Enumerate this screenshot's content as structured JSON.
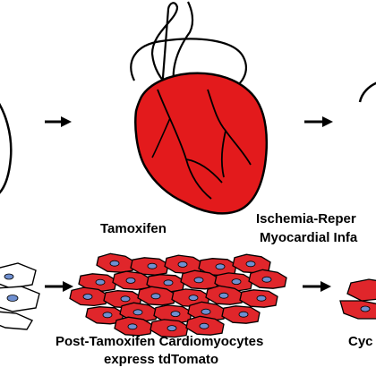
{
  "labels": {
    "tamoxifen": "Tamoxifen",
    "ischemia": "Ischemia-Reper",
    "myocardial": "Myocardial Infa",
    "post_tamoxifen": "Post-Tamoxifen Cardiomyocytes",
    "express": "express tdTomato",
    "cyc": "Cyc"
  },
  "colors": {
    "heart_red": "#e31a1c",
    "cell_red": "#e0262b",
    "nucleus_blue": "#6f8fd0",
    "outline": "#000000",
    "unlabeled_cell": "#ffffff"
  }
}
